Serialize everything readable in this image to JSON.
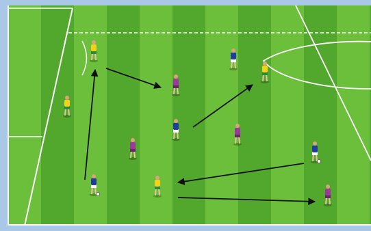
{
  "frame": {
    "border_color": "#a9c8e8"
  },
  "pitch": {
    "stripe_light": "#6bbf3a",
    "stripe_dark": "#52a82c",
    "line_color": "#ffffff"
  },
  "team_colors": {
    "yellow": {
      "shirt": "#f2d21b",
      "shorts": "#2a8a3a"
    },
    "blue": {
      "shirt": "#1f3c9e",
      "shorts": "#ffffff"
    },
    "purple": {
      "shirt": "#9b3a9b",
      "shorts": "#6a246a"
    }
  },
  "players": [
    {
      "id": "yellow-1",
      "team": "yellow",
      "has_ball": false
    },
    {
      "id": "yellow-2",
      "team": "yellow",
      "has_ball": false
    },
    {
      "id": "yellow-3",
      "team": "yellow",
      "has_ball": false
    },
    {
      "id": "yellow-4",
      "team": "yellow",
      "has_ball": false
    },
    {
      "id": "blue-1",
      "team": "blue",
      "has_ball": false
    },
    {
      "id": "blue-2",
      "team": "blue",
      "has_ball": false
    },
    {
      "id": "blue-3",
      "team": "blue",
      "has_ball": true
    },
    {
      "id": "blue-4",
      "team": "blue",
      "has_ball": true
    },
    {
      "id": "purple-1",
      "team": "purple",
      "has_ball": false
    },
    {
      "id": "purple-2",
      "team": "purple",
      "has_ball": false
    },
    {
      "id": "purple-3",
      "team": "purple",
      "has_ball": false
    },
    {
      "id": "purple-4",
      "team": "purple",
      "has_ball": false
    }
  ],
  "arrows": [
    {
      "id": "pass-1",
      "from": "blue-3",
      "to": "yellow-1"
    },
    {
      "id": "pass-2",
      "from": "yellow-1",
      "to": "purple-1"
    },
    {
      "id": "pass-3",
      "from": "blue-2",
      "to": "yellow-2"
    },
    {
      "id": "pass-4",
      "from": "blue-4",
      "to": "yellow-4"
    },
    {
      "id": "pass-5",
      "from": "yellow-4",
      "to": "purple-4"
    }
  ],
  "arrow_color": "#111111"
}
